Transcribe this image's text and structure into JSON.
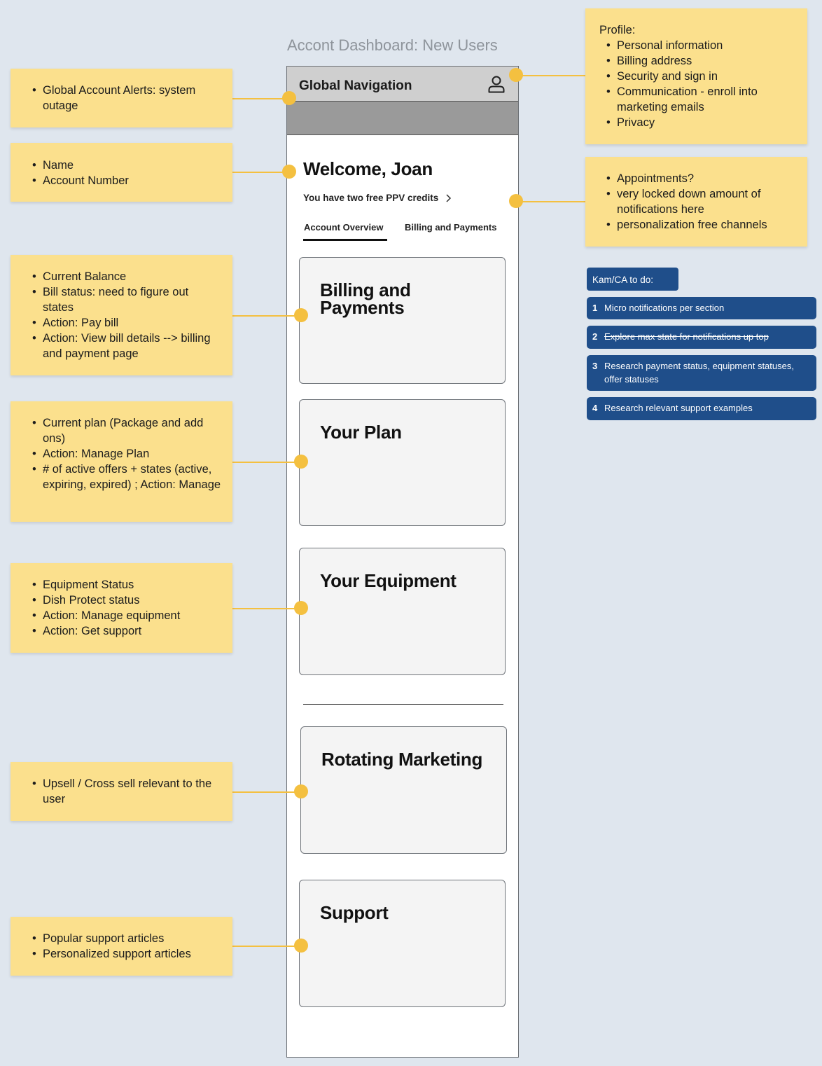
{
  "frame_title": "Accont Dashboard: New Users",
  "app": {
    "global_nav_label": "Global Navigation",
    "welcome": "Welcome, Joan",
    "ppv_text": "You have two free PPV credits",
    "tabs": [
      "Account Overview",
      "Billing and Payments"
    ],
    "cards": {
      "billing": "Billing and Payments",
      "plan": "Your Plan",
      "equipment": "Your Equipment",
      "marketing": "Rotating Marketing",
      "support": "Support"
    }
  },
  "notes": {
    "alerts": [
      "Global Account Alerts: system outage"
    ],
    "name": [
      "Name",
      "Account Number"
    ],
    "billing": [
      "Current Balance",
      "Bill status: need to figure out states",
      "Action: Pay bill",
      "Action: View bill details  --> billing and payment page"
    ],
    "plan": [
      "Current plan (Package and add ons)",
      "Action: Manage Plan",
      " # of active offers + states (active, expiring, expired) ; Action: Manage"
    ],
    "equipment": [
      "Equipment Status",
      "Dish Protect status",
      "Action: Manage equipment",
      "Action: Get support"
    ],
    "marketing": [
      "Upsell / Cross sell relevant to the user"
    ],
    "support": [
      "Popular support articles",
      "Personalized support articles"
    ],
    "profile_title": "Profile:",
    "profile": [
      "Personal information",
      "Billing address",
      "Security and sign in",
      "Communication - enroll into marketing emails",
      "Privacy"
    ],
    "appointments": [
      "Appointments?",
      "very locked down amount of notifications here",
      "personalization free channels"
    ]
  },
  "todo": {
    "header": "Kam/CA to do:",
    "items": [
      {
        "num": "1",
        "text": "Micro notifications per section",
        "done": false
      },
      {
        "num": "2",
        "text": "Explore max state for notifications up top",
        "done": true
      },
      {
        "num": "3",
        "text": "Research payment status, equipment statuses, offer statuses",
        "done": false
      },
      {
        "num": "4",
        "text": "Research relevant support examples",
        "done": false
      }
    ]
  },
  "colors": {
    "note": "#fbe08d",
    "connector": "#f4c040",
    "todo": "#1f4e8a",
    "background": "#dfe6ee"
  }
}
